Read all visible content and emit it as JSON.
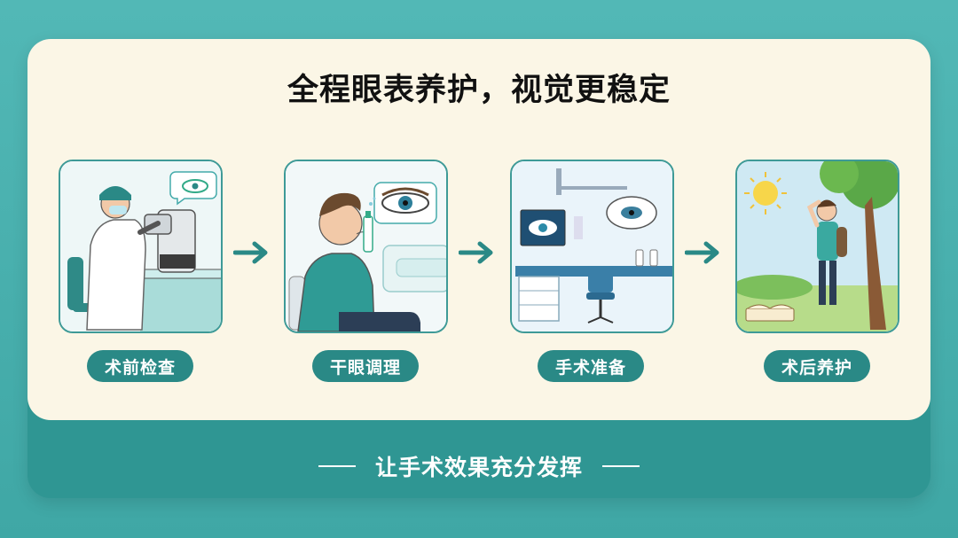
{
  "title": "全程眼表养护，视觉更稳定",
  "steps": [
    {
      "label": "术前检查",
      "icon": "eye-exam-icon"
    },
    {
      "label": "干眼调理",
      "icon": "eye-drops-icon"
    },
    {
      "label": "手术准备",
      "icon": "surgery-room-icon"
    },
    {
      "label": "术后养护",
      "icon": "outdoor-care-icon"
    }
  ],
  "footer": {
    "text": "让手术效果充分发挥"
  },
  "colors": {
    "teal": "#2a8986",
    "card": "#fbf6e6",
    "background": "#4fb5b3"
  }
}
